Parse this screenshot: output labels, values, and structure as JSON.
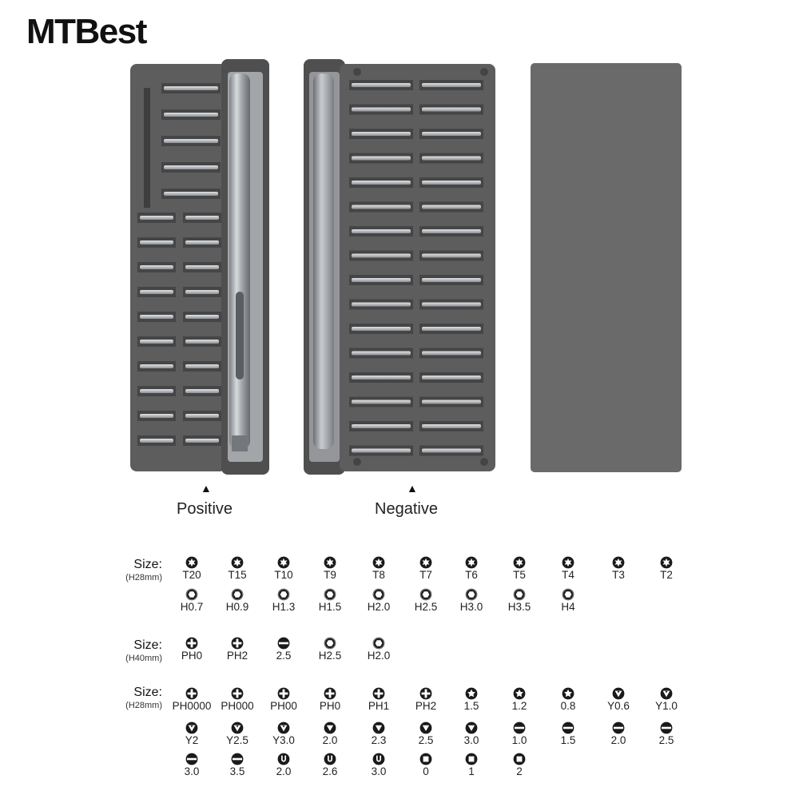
{
  "brand": "MTBest",
  "captions": {
    "positive": "Positive",
    "negative": "Negative",
    "arrow": "▲"
  },
  "sections": [
    {
      "size_label": "Size:",
      "height_label": "(H28mm)",
      "rows": [
        [
          {
            "icon": "torx-icon",
            "label": "T20"
          },
          {
            "icon": "torx-icon",
            "label": "T15"
          },
          {
            "icon": "torx-icon",
            "label": "T10"
          },
          {
            "icon": "torx-icon",
            "label": "T9"
          },
          {
            "icon": "torx-icon",
            "label": "T8"
          },
          {
            "icon": "torx-icon",
            "label": "T7"
          },
          {
            "icon": "torx-icon",
            "label": "T6"
          },
          {
            "icon": "torx-icon",
            "label": "T5"
          },
          {
            "icon": "torx-icon",
            "label": "T4"
          },
          {
            "icon": "torx-icon",
            "label": "T3"
          },
          {
            "icon": "torx-icon",
            "label": "T2"
          }
        ],
        [
          {
            "icon": "hex-icon",
            "label": "H0.7"
          },
          {
            "icon": "hex-icon",
            "label": "H0.9"
          },
          {
            "icon": "hex-icon",
            "label": "H1.3"
          },
          {
            "icon": "hex-icon",
            "label": "H1.5"
          },
          {
            "icon": "hex-icon",
            "label": "H2.0"
          },
          {
            "icon": "hex-icon",
            "label": "H2.5"
          },
          {
            "icon": "hex-icon",
            "label": "H3.0"
          },
          {
            "icon": "hex-icon",
            "label": "H3.5"
          },
          {
            "icon": "hex-icon",
            "label": "H4"
          }
        ]
      ]
    },
    {
      "size_label": "Size:",
      "height_label": "(H40mm)",
      "rows": [
        [
          {
            "icon": "phillips-icon",
            "label": "PH0"
          },
          {
            "icon": "phillips-icon",
            "label": "PH2"
          },
          {
            "icon": "slotted-icon",
            "label": "2.5"
          },
          {
            "icon": "hex-icon",
            "label": "H2.5"
          },
          {
            "icon": "hex-icon",
            "label": "H2.0"
          }
        ]
      ]
    },
    {
      "size_label": "Size:",
      "height_label": "(H28mm)",
      "rows": [
        [
          {
            "icon": "phillips-icon",
            "label": "PH0000"
          },
          {
            "icon": "phillips-icon",
            "label": "PH000"
          },
          {
            "icon": "phillips-icon",
            "label": "PH00"
          },
          {
            "icon": "phillips-icon",
            "label": "PH0"
          },
          {
            "icon": "phillips-icon",
            "label": "PH1"
          },
          {
            "icon": "phillips-icon",
            "label": "PH2"
          },
          {
            "icon": "pentalobe-icon",
            "label": "1.5"
          },
          {
            "icon": "pentalobe-icon",
            "label": "1.2"
          },
          {
            "icon": "pentalobe-icon",
            "label": "0.8"
          },
          {
            "icon": "tri-wing-icon",
            "label": "Y0.6"
          },
          {
            "icon": "tri-wing-icon",
            "label": "Y1.0"
          }
        ],
        [
          {
            "icon": "tri-wing-icon",
            "label": "Y2"
          },
          {
            "icon": "tri-wing-icon",
            "label": "Y2.5"
          },
          {
            "icon": "tri-wing-icon",
            "label": "Y3.0"
          },
          {
            "icon": "triangle-icon",
            "label": "2.0"
          },
          {
            "icon": "triangle-icon",
            "label": "2.3"
          },
          {
            "icon": "triangle-icon",
            "label": "2.5"
          },
          {
            "icon": "triangle-icon",
            "label": "3.0"
          },
          {
            "icon": "slotted-icon",
            "label": "1.0"
          },
          {
            "icon": "slotted-icon",
            "label": "1.5"
          },
          {
            "icon": "slotted-icon",
            "label": "2.0"
          },
          {
            "icon": "slotted-icon",
            "label": "2.5"
          }
        ],
        [
          {
            "icon": "slotted-icon",
            "label": "3.0"
          },
          {
            "icon": "slotted-icon",
            "label": "3.5"
          },
          {
            "icon": "u-shape-icon",
            "label": "2.0"
          },
          {
            "icon": "u-shape-icon",
            "label": "2.6"
          },
          {
            "icon": "u-shape-icon",
            "label": "3.0"
          },
          {
            "icon": "square-icon",
            "label": "0"
          },
          {
            "icon": "square-icon",
            "label": "1"
          },
          {
            "icon": "square-icon",
            "label": "2"
          }
        ]
      ]
    }
  ],
  "colors": {
    "case": "#5f5f60",
    "case_dark": "#4a4a4b",
    "lid": "#6a6a6b",
    "bit": "#b9bcbf",
    "icon": "#1a1a1a"
  }
}
